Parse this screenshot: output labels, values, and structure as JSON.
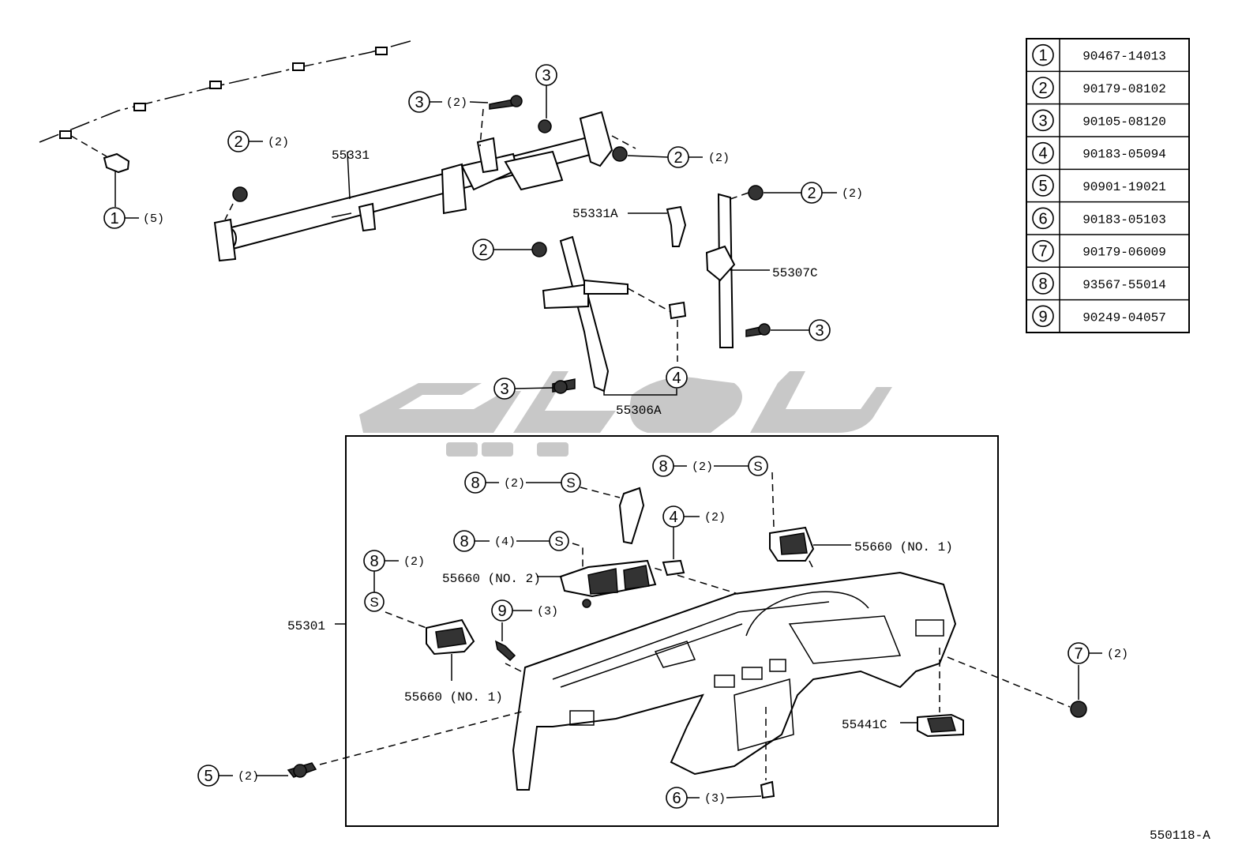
{
  "figure_code": "550118-A",
  "legend_table": [
    {
      "ref": "1",
      "part_no": "90467-14013"
    },
    {
      "ref": "2",
      "part_no": "90179-08102"
    },
    {
      "ref": "3",
      "part_no": "90105-08120"
    },
    {
      "ref": "4",
      "part_no": "90183-05094"
    },
    {
      "ref": "5",
      "part_no": "90901-19021"
    },
    {
      "ref": "6",
      "part_no": "90183-05103"
    },
    {
      "ref": "7",
      "part_no": "90179-06009"
    },
    {
      "ref": "8",
      "part_no": "93567-55014"
    },
    {
      "ref": "9",
      "part_no": "90249-04057"
    }
  ],
  "part_labels": {
    "p55331": "55331",
    "p55331a": "55331A",
    "p55307c": "55307C",
    "p55306a": "55306A",
    "p55301": "55301",
    "p55660_no1_right": "55660 (NO. 1)",
    "p55660_no2": "55660 (NO. 2)",
    "p55660_no1_left": "55660 (NO. 1)",
    "p55441c": "55441C"
  },
  "callouts": [
    {
      "id": "c1",
      "ref": "1",
      "qty": "(5)"
    },
    {
      "id": "c2",
      "ref": "2",
      "qty": "(2)"
    },
    {
      "id": "c3",
      "ref": "3",
      "qty": "(2)"
    },
    {
      "id": "c4",
      "ref": "3",
      "qty": ""
    },
    {
      "id": "c5",
      "ref": "2",
      "qty": "(2)"
    },
    {
      "id": "c6",
      "ref": "2",
      "qty": "(2)"
    },
    {
      "id": "c7",
      "ref": "2",
      "qty": ""
    },
    {
      "id": "c8",
      "ref": "3",
      "qty": ""
    },
    {
      "id": "c9",
      "ref": "4",
      "qty": ""
    },
    {
      "id": "c10",
      "ref": "3",
      "qty": ""
    },
    {
      "id": "c11",
      "ref": "8",
      "qty": "(2)",
      "s": "S"
    },
    {
      "id": "c12",
      "ref": "8",
      "qty": "(2)",
      "s": "S"
    },
    {
      "id": "c13",
      "ref": "4",
      "qty": "(2)"
    },
    {
      "id": "c14",
      "ref": "8",
      "qty": "(4)",
      "s": "S"
    },
    {
      "id": "c15",
      "ref": "8",
      "qty": "(2)",
      "s": "S"
    },
    {
      "id": "c16",
      "ref": "9",
      "qty": "(3)"
    },
    {
      "id": "c17",
      "ref": "7",
      "qty": "(2)"
    },
    {
      "id": "c18",
      "ref": "5",
      "qty": "(2)"
    },
    {
      "id": "c19",
      "ref": "6",
      "qty": "(3)"
    }
  ]
}
